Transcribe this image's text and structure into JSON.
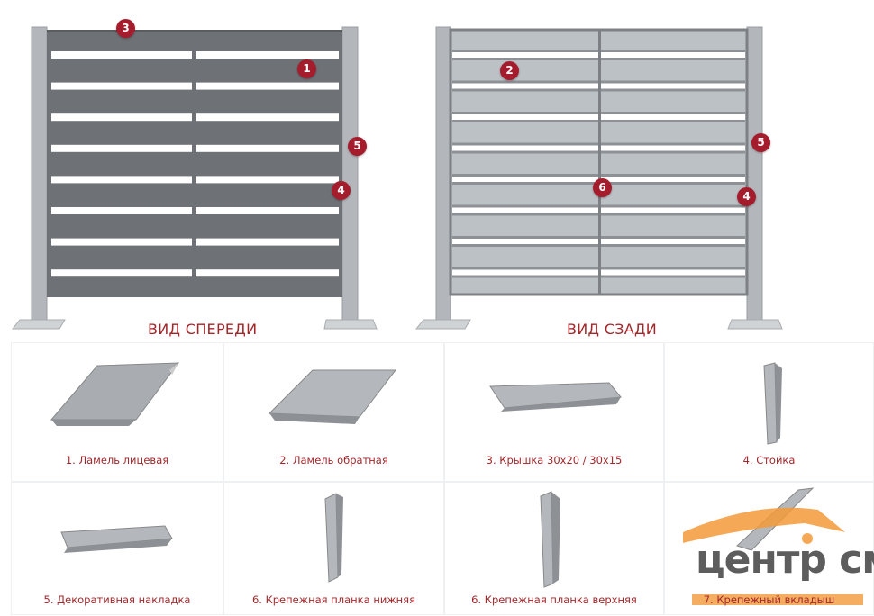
{
  "views": [
    {
      "title": "ВИД СПЕРЕДИ",
      "badges": [
        "3",
        "1",
        "5",
        "4"
      ]
    },
    {
      "title": "ВИД СЗАДИ",
      "badges": [
        "2",
        "5",
        "6",
        "4"
      ]
    }
  ],
  "parts": [
    {
      "label": "1. Ламель лицевая",
      "icon": "face-lamella-icon"
    },
    {
      "label": "2. Ламель обратная",
      "icon": "back-lamella-icon"
    },
    {
      "label": "3. Крышка 30х20 / 30х15",
      "icon": "cap-icon"
    },
    {
      "label": "4. Стойка",
      "icon": "post-icon"
    },
    {
      "label": "5. Декоративная накладка",
      "icon": "decorative-trim-icon"
    },
    {
      "label": "6. Крепежная планка нижняя",
      "icon": "lower-mounting-strip-icon"
    },
    {
      "label": "6. Крепежная планка верхняя",
      "icon": "upper-mounting-strip-icon"
    },
    {
      "label": "7. Крепежный вкладыш",
      "icon": "mounting-insert-icon"
    }
  ],
  "watermark": "центр см",
  "colors": {
    "accent": "#a3262a",
    "badge": "#a51c2c",
    "front_panel": "#6e7276",
    "back_panel": "#bcc1c6",
    "post": "#b3b7bb",
    "watermark_orange": "#f39a3a"
  }
}
